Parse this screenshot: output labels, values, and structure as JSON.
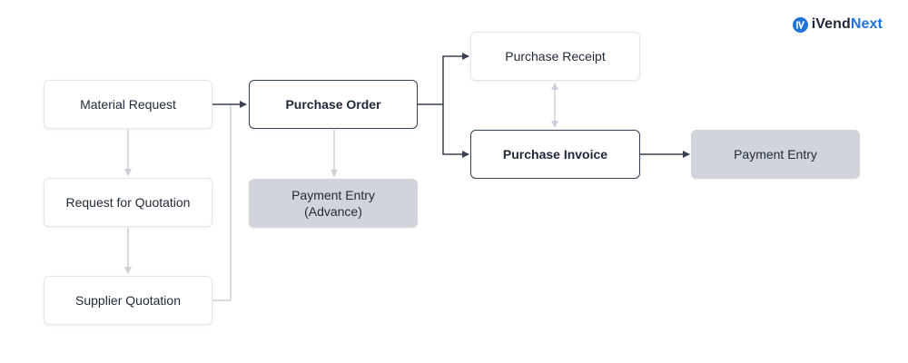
{
  "brand": {
    "name_part1": "iVend",
    "name_part2": "Next",
    "accent_color": "#1f74d9"
  },
  "colors": {
    "dark_line": "#374151",
    "light_line": "#cbd0d6",
    "filled_node": "#d1d5db"
  },
  "nodes": {
    "material_request": "Material Request",
    "request_for_quotation": "Request for Quotation",
    "supplier_quotation": "Supplier Quotation",
    "purchase_order": "Purchase Order",
    "payment_entry_advance": "Payment Entry\n(Advance)",
    "purchase_receipt": "Purchase Receipt",
    "purchase_invoice": "Purchase Invoice",
    "payment_entry": "Payment Entry"
  }
}
